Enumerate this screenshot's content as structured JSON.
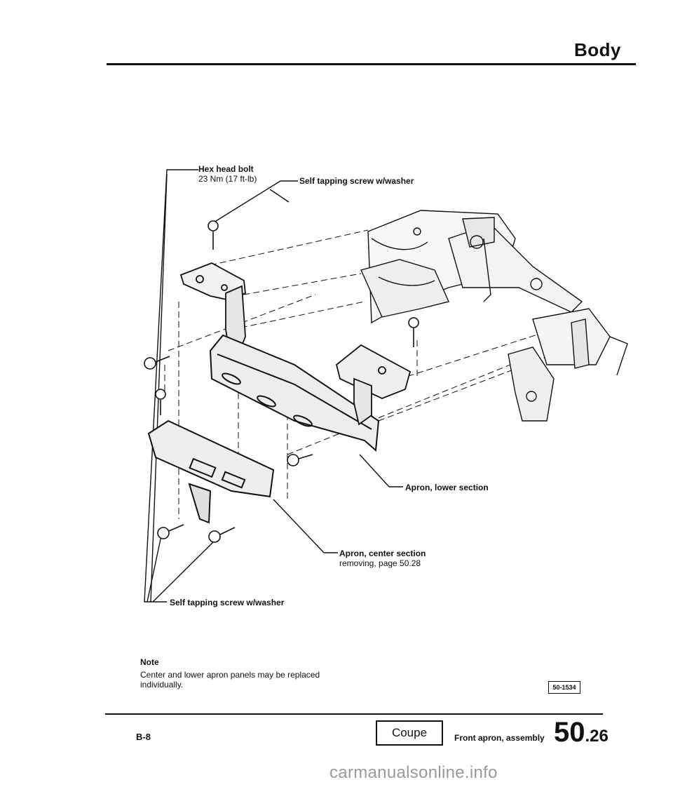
{
  "header": {
    "title": "Body"
  },
  "callouts": {
    "hex_bolt": "Hex head bolt",
    "hex_bolt_torque": "23 Nm (17 ft-lb)",
    "screw_top": "Self tapping screw w/washer",
    "apron_lower": "Apron, lower section",
    "apron_center": "Apron, center section",
    "apron_center_ref": "removing, page 50.28",
    "screw_bottom": "Self tapping screw w/washer"
  },
  "note": {
    "title": "Note",
    "text": "Center and lower apron panels may be replaced individually."
  },
  "figure": {
    "number": "50-1534"
  },
  "footer": {
    "page": "B-8",
    "model": "Coupe",
    "section": "Front apron, assembly",
    "repair_group": "50",
    "subgroup": ".26"
  },
  "watermark": "carmanualsonline.info"
}
